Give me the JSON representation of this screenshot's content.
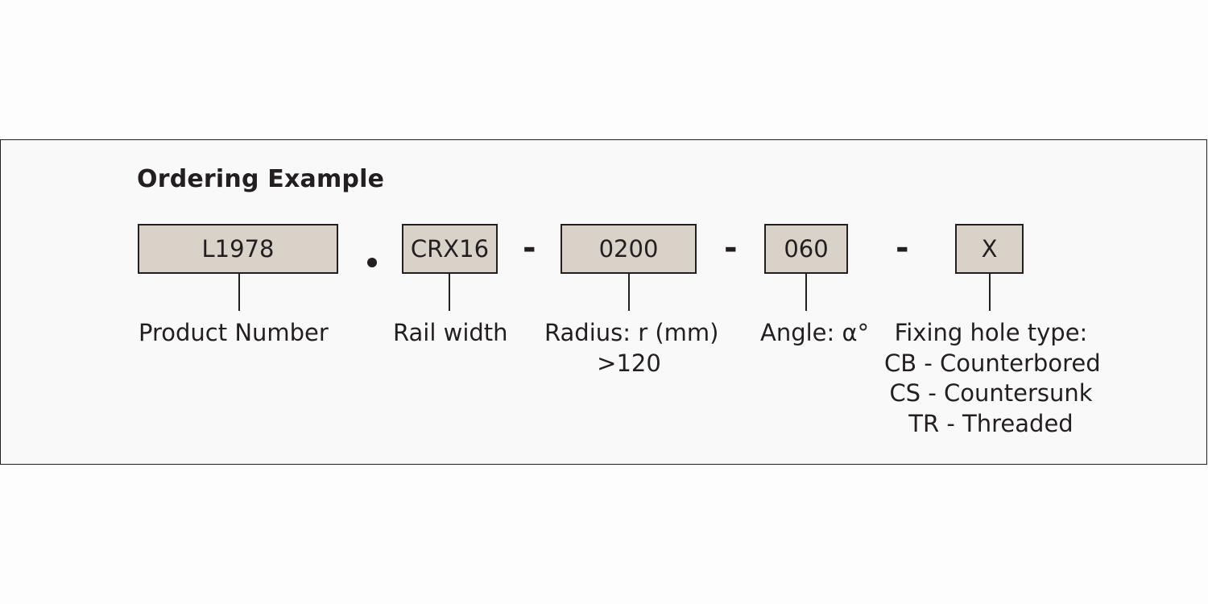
{
  "title": "Ordering Example",
  "separators": {
    "dot": "•",
    "dash": "-"
  },
  "codes": [
    {
      "value": "L1978",
      "label": [
        "Product Number"
      ]
    },
    {
      "value": "CRX16",
      "label": [
        "Rail width"
      ]
    },
    {
      "value": "0200",
      "label": [
        "Radius: r (mm)",
        ">120"
      ]
    },
    {
      "value": "060",
      "label": [
        "Angle: α°"
      ]
    },
    {
      "value": "X",
      "label": [
        "Fixing hole type:",
        "CB - Counterbored",
        "CS - Countersunk",
        "TR - Threaded"
      ]
    }
  ],
  "colors": {
    "box_fill": "#d9d2c9",
    "line": "#231f20",
    "panel_bg": "#f9f9fa"
  }
}
